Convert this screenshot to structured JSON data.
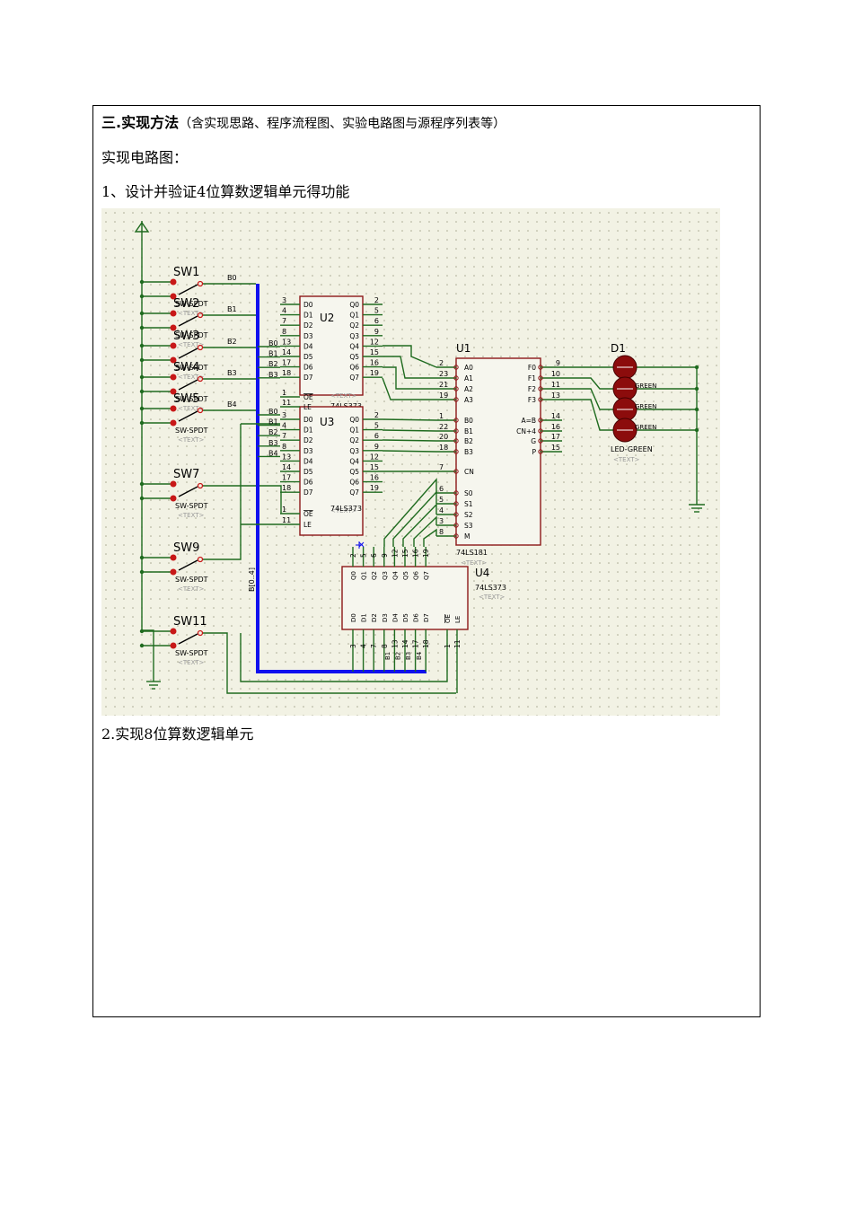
{
  "section": {
    "heading_bold": "三.实现方法",
    "heading_note": "（含实现思路、程序流程图、实验电路图与源程序列表等）",
    "circuit_label": "实现电路图：",
    "item1": "1、设计并验证4位算数逻辑单元得功能",
    "item2": "2.实现8位算数逻辑单元"
  },
  "colors": {
    "grid_bg": "#f2f2e4",
    "grid_dot": "#a8a890",
    "wire": "#1f6b1f",
    "bus": "#1010ee",
    "chip_border": "#8c1818",
    "chip_fill": "#f6f6ee",
    "switch_red": "#c81818",
    "led_red": "#8c0c0c"
  },
  "circuit": {
    "switches": [
      {
        "ref": "SW1",
        "type": "SW-SPDT",
        "text": "<TEXT>"
      },
      {
        "ref": "SW2",
        "type": "SW-SPDT",
        "text": "<TEXT>"
      },
      {
        "ref": "SW3",
        "type": "SW-SPDT",
        "text": "<TEXT>"
      },
      {
        "ref": "SW4",
        "type": "SW-SPDT",
        "text": "<TEXT>"
      },
      {
        "ref": "SW5",
        "type": "SW-SPDT",
        "text": "<TEXT>"
      },
      {
        "ref": "SW7",
        "type": "SW-SPDT",
        "text": "<TEXT>"
      },
      {
        "ref": "SW9",
        "type": "SW-SPDT",
        "text": "<TEXT>"
      },
      {
        "ref": "SW11",
        "type": "SW-SPDT",
        "text": "<TEXT>"
      }
    ],
    "switch_nets": [
      "B0",
      "B1",
      "B2",
      "B3",
      "B4"
    ],
    "bus_label": "B[0..4]",
    "u2": {
      "ref": "U2",
      "part": "74LS373",
      "text": "<TEXT>"
    },
    "u3": {
      "ref": "U3",
      "part": "74LS373",
      "text": "<TEXT>"
    },
    "u1": {
      "ref": "U1",
      "part": "74LS181",
      "text": "<TEXT>"
    },
    "u4": {
      "ref": "U4",
      "part": "74LS373",
      "text": "<TEXT>"
    },
    "latch_inputs": [
      "D0",
      "D1",
      "D2",
      "D3",
      "D4",
      "D5",
      "D6",
      "D7"
    ],
    "latch_in_pins": [
      "3",
      "4",
      "7",
      "8",
      "13",
      "14",
      "17",
      "18"
    ],
    "latch_outputs": [
      "Q0",
      "Q1",
      "Q2",
      "Q3",
      "Q4",
      "Q5",
      "Q6",
      "Q7"
    ],
    "latch_out_pins": [
      "2",
      "5",
      "6",
      "9",
      "12",
      "15",
      "16",
      "19"
    ],
    "latch_ctrl": [
      "OE",
      "LE"
    ],
    "latch_ctrl_pins": [
      "1",
      "11"
    ],
    "u2_nets": [
      "B0",
      "B1",
      "B2",
      "B3"
    ],
    "u3_nets": [
      "B0",
      "B1",
      "B2",
      "B3",
      "B4"
    ],
    "u4_nets": [
      "B1",
      "B2",
      "B3",
      "B4"
    ],
    "u4_net_pins": [
      "13",
      "14",
      "17",
      "18"
    ],
    "alu_left": [
      "A0",
      "A1",
      "A2",
      "A3",
      "B0",
      "B1",
      "B2",
      "B3",
      "CN",
      "S0",
      "S1",
      "S2",
      "S3",
      "M"
    ],
    "alu_left_pins": [
      "2",
      "23",
      "21",
      "19",
      "1",
      "22",
      "20",
      "18",
      "7",
      "6",
      "5",
      "4",
      "3",
      "8"
    ],
    "alu_right": [
      "F0",
      "F1",
      "F2",
      "F3",
      "A=B",
      "CN+4",
      "G",
      "P"
    ],
    "alu_right_pins": [
      "9",
      "10",
      "11",
      "13",
      "14",
      "16",
      "17",
      "15"
    ],
    "led": {
      "ref": "D1",
      "part": "LED-GREEN",
      "text": "<TEXT>",
      "clipped_label": "GREEN"
    }
  }
}
